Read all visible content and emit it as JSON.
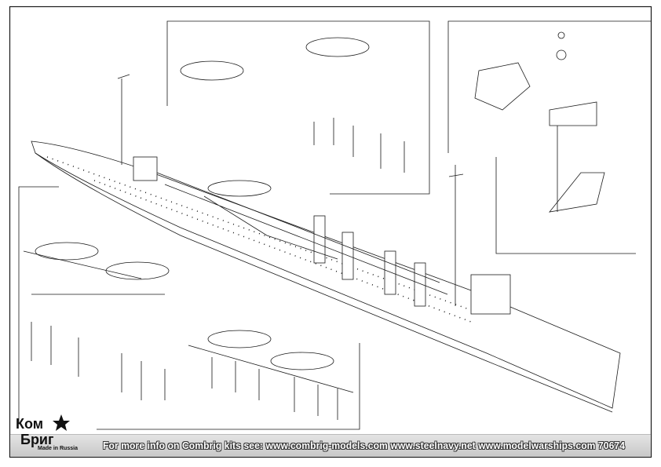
{
  "footer": {
    "info_text": "For more info on Combrig kits see: www.combrig-models.com www.steelnavy.net  www.modelwarships.com  70674"
  },
  "logo": {
    "brand": "КомБриг",
    "tagline": "Made in Russia"
  },
  "colors": {
    "line": "#1a1a1a",
    "footer": "#d0d0d0"
  }
}
